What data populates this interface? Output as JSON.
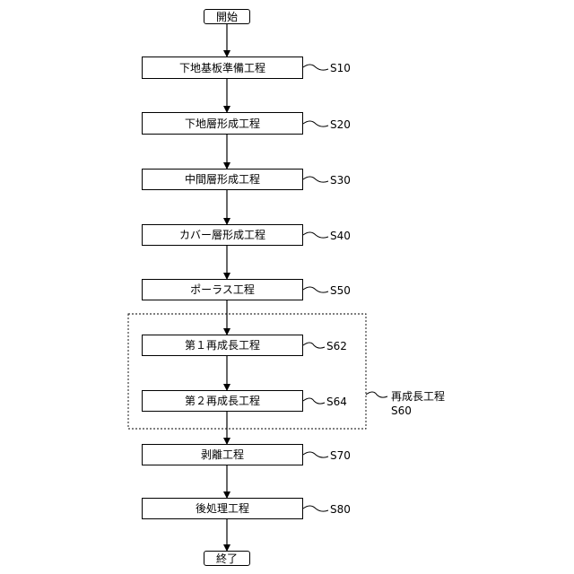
{
  "flow": {
    "start": "開始",
    "end": "終了",
    "steps": [
      {
        "text": "下地基板準備工程",
        "code": "S10"
      },
      {
        "text": "下地層形成工程",
        "code": "S20"
      },
      {
        "text": "中間層形成工程",
        "code": "S30"
      },
      {
        "text": "カバー層形成工程",
        "code": "S40"
      },
      {
        "text": "ポーラス工程",
        "code": "S50"
      },
      {
        "text": "第１再成長工程",
        "code": "S62"
      },
      {
        "text": "第２再成長工程",
        "code": "S64"
      },
      {
        "text": "剥離工程",
        "code": "S70"
      },
      {
        "text": "後処理工程",
        "code": "S80"
      }
    ],
    "group": {
      "title": "再成長工程",
      "code": "S60"
    }
  }
}
